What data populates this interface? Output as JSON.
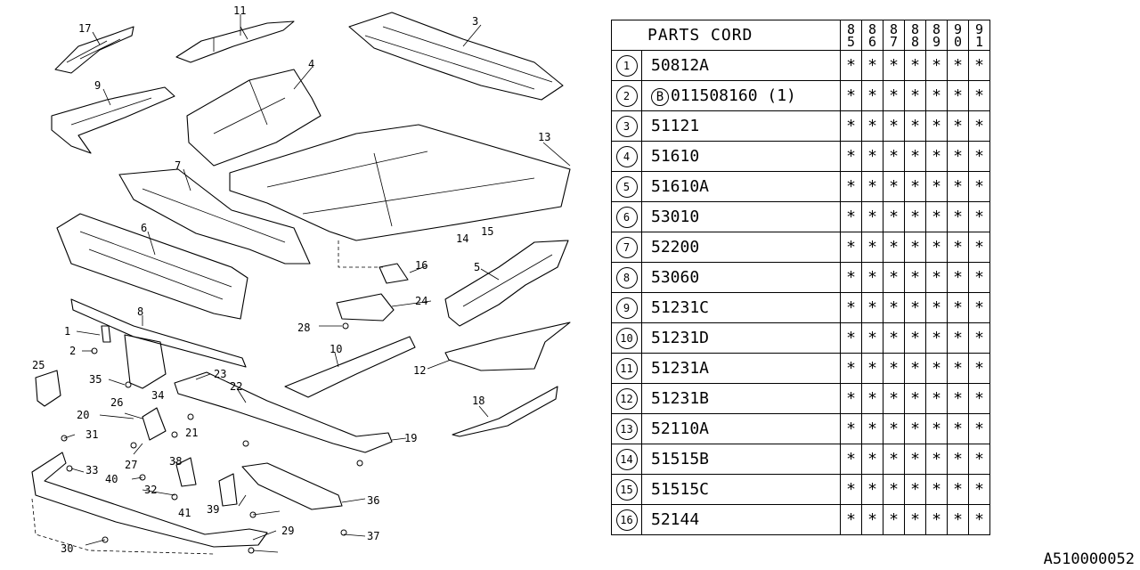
{
  "table": {
    "header_label": "PARTS CORD",
    "years": [
      "85",
      "86",
      "87",
      "88",
      "89",
      "90",
      "91"
    ],
    "rows": [
      {
        "index": "1",
        "bolt_prefix": "",
        "code": "50812A",
        "marks": [
          "*",
          "*",
          "*",
          "*",
          "*",
          "*",
          "*"
        ]
      },
      {
        "index": "2",
        "bolt_prefix": "B",
        "code": "011508160 (1)",
        "marks": [
          "*",
          "*",
          "*",
          "*",
          "*",
          "*",
          "*"
        ]
      },
      {
        "index": "3",
        "bolt_prefix": "",
        "code": "51121",
        "marks": [
          "*",
          "*",
          "*",
          "*",
          "*",
          "*",
          "*"
        ]
      },
      {
        "index": "4",
        "bolt_prefix": "",
        "code": "51610",
        "marks": [
          "*",
          "*",
          "*",
          "*",
          "*",
          "*",
          "*"
        ]
      },
      {
        "index": "5",
        "bolt_prefix": "",
        "code": "51610A",
        "marks": [
          "*",
          "*",
          "*",
          "*",
          "*",
          "*",
          "*"
        ]
      },
      {
        "index": "6",
        "bolt_prefix": "",
        "code": "53010",
        "marks": [
          "*",
          "*",
          "*",
          "*",
          "*",
          "*",
          "*"
        ]
      },
      {
        "index": "7",
        "bolt_prefix": "",
        "code": "52200",
        "marks": [
          "*",
          "*",
          "*",
          "*",
          "*",
          "*",
          "*"
        ]
      },
      {
        "index": "8",
        "bolt_prefix": "",
        "code": "53060",
        "marks": [
          "*",
          "*",
          "*",
          "*",
          "*",
          "*",
          "*"
        ]
      },
      {
        "index": "9",
        "bolt_prefix": "",
        "code": "51231C",
        "marks": [
          "*",
          "*",
          "*",
          "*",
          "*",
          "*",
          "*"
        ]
      },
      {
        "index": "10",
        "bolt_prefix": "",
        "code": "51231D",
        "marks": [
          "*",
          "*",
          "*",
          "*",
          "*",
          "*",
          "*"
        ]
      },
      {
        "index": "11",
        "bolt_prefix": "",
        "code": "51231A",
        "marks": [
          "*",
          "*",
          "*",
          "*",
          "*",
          "*",
          "*"
        ]
      },
      {
        "index": "12",
        "bolt_prefix": "",
        "code": "51231B",
        "marks": [
          "*",
          "*",
          "*",
          "*",
          "*",
          "*",
          "*"
        ]
      },
      {
        "index": "13",
        "bolt_prefix": "",
        "code": "52110A",
        "marks": [
          "*",
          "*",
          "*",
          "*",
          "*",
          "*",
          "*"
        ]
      },
      {
        "index": "14",
        "bolt_prefix": "",
        "code": "51515B",
        "marks": [
          "*",
          "*",
          "*",
          "*",
          "*",
          "*",
          "*"
        ]
      },
      {
        "index": "15",
        "bolt_prefix": "",
        "code": "51515C",
        "marks": [
          "*",
          "*",
          "*",
          "*",
          "*",
          "*",
          "*"
        ]
      },
      {
        "index": "16",
        "bolt_prefix": "",
        "code": "52144",
        "marks": [
          "*",
          "*",
          "*",
          "*",
          "*",
          "*",
          "*"
        ]
      }
    ]
  },
  "diagram": {
    "callouts": [
      "17",
      "11",
      "3",
      "4",
      "9",
      "13",
      "7",
      "6",
      "14",
      "15",
      "16",
      "5",
      "24",
      "28",
      "8",
      "1",
      "2",
      "25",
      "35",
      "34",
      "10",
      "12",
      "23",
      "22",
      "18",
      "26",
      "20",
      "31",
      "21",
      "19",
      "33",
      "27",
      "38",
      "40",
      "32",
      "41",
      "39",
      "36",
      "30",
      "29",
      "37"
    ]
  },
  "catalog_id": "A510000052"
}
